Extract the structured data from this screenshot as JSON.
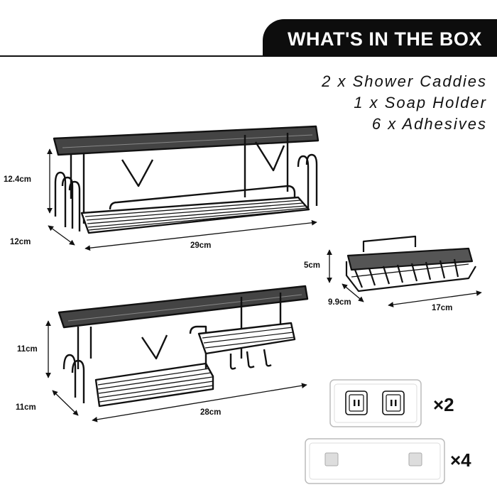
{
  "header": {
    "title": "WHAT'S IN THE BOX"
  },
  "contents": [
    "2 x Shower Caddies",
    "1 x Soap Holder",
    "6 x Adhesives"
  ],
  "caddy_large": {
    "height": "12.4cm",
    "depth": "12cm",
    "width": "29cm"
  },
  "caddy_small": {
    "height": "11cm",
    "depth": "11cm",
    "width": "28cm"
  },
  "soap_holder": {
    "height": "5cm",
    "depth": "9.9cm",
    "width": "17cm"
  },
  "adhesives": [
    {
      "count": "×2",
      "icon": "double-socket-adhesive-icon"
    },
    {
      "count": "×4",
      "icon": "square-pad-adhesive-icon"
    }
  ]
}
